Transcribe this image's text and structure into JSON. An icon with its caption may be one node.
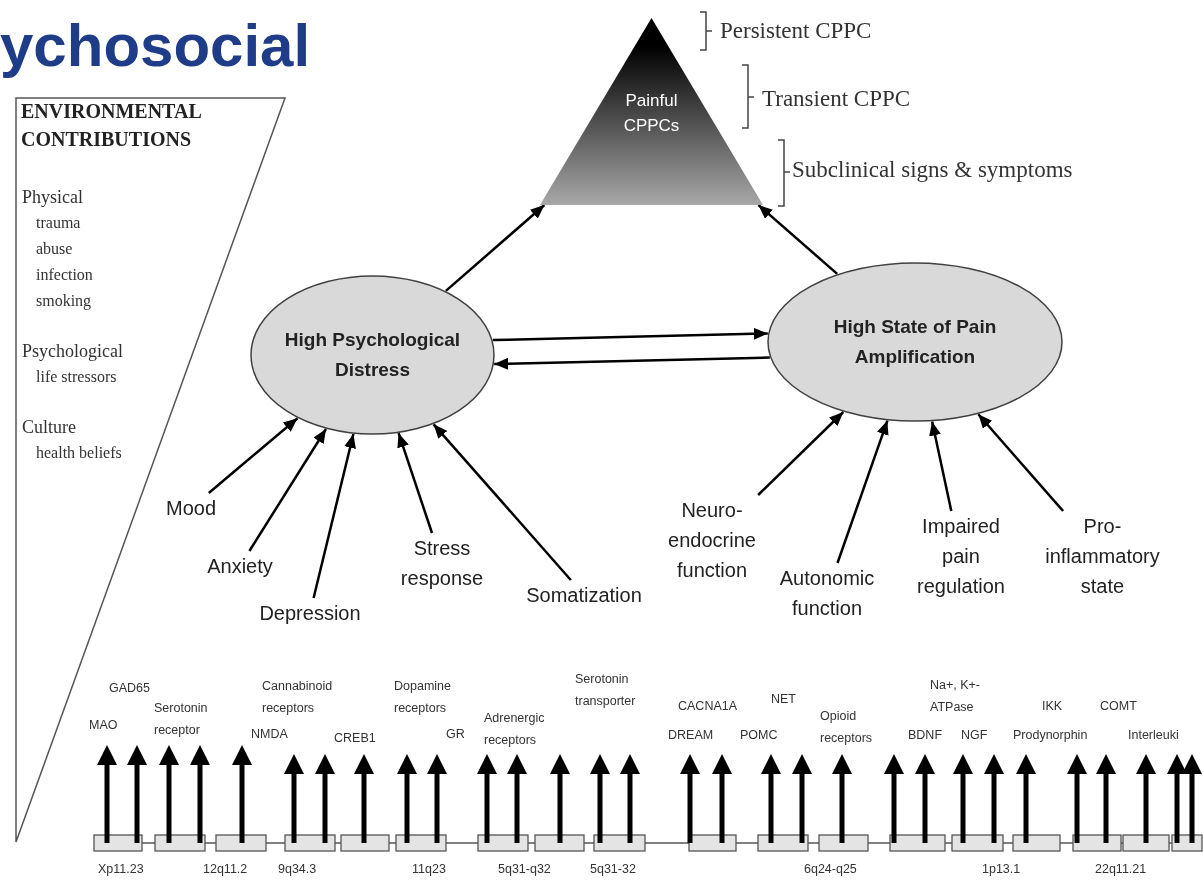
{
  "diagram": {
    "title": "ychosocial",
    "nodes": [
      {
        "text": [
          "Painful CPPCs"
        ],
        "beside": [
          "Persistent CPPC",
          "Transient CPPC",
          "Subclinical signs & symptoms"
        ]
      },
      {
        "text": [
          "High Psychological Distress"
        ]
      },
      {
        "text": [
          "High State of Pain Amplification"
        ]
      },
      {
        "text": [
          "Mood"
        ]
      },
      {
        "text": [
          "Anxiety"
        ]
      },
      {
        "text": [
          "Depression"
        ]
      },
      {
        "text": [
          "Stress response"
        ]
      },
      {
        "text": [
          "Somatization"
        ]
      },
      {
        "text": [
          "Neuro-endocrine function"
        ]
      },
      {
        "text": [
          "Autonomic function"
        ]
      },
      {
        "text": [
          "Impaired pain regulation"
        ]
      },
      {
        "text": [
          "Pro-inflammatory state"
        ]
      },
      {
        "text": [
          "ENVIRONMENTAL CONTRIBUTIONS",
          "Physical",
          "trauma",
          "abuse",
          "infection",
          "smoking",
          "Psychological",
          "life stressors",
          "Culture",
          "health beliefs"
        ]
      }
    ],
    "edges": [
      {
        "from": 1,
        "to": 0,
        "arrow": "to"
      },
      {
        "from": 2,
        "to": 0,
        "arrow": "to"
      },
      {
        "from": 1,
        "to": 2,
        "arrow": "to"
      },
      {
        "from": 2,
        "to": 1,
        "arrow": "to"
      },
      {
        "from": 3,
        "to": 1,
        "arrow": "to"
      },
      {
        "from": 4,
        "to": 1,
        "arrow": "to"
      },
      {
        "from": 5,
        "to": 1,
        "arrow": "to"
      },
      {
        "from": 6,
        "to": 1,
        "arrow": "to"
      },
      {
        "from": 7,
        "to": 1,
        "arrow": "to"
      },
      {
        "from": 8,
        "to": 2,
        "arrow": "to"
      },
      {
        "from": 9,
        "to": 2,
        "arrow": "to"
      },
      {
        "from": 10,
        "to": 2,
        "arrow": "to"
      },
      {
        "from": 11,
        "to": 2,
        "arrow": "to"
      }
    ],
    "labels": [
      "GAD65",
      "MAO",
      "Serotonin receptor",
      "Cannabinoid receptors",
      "NMDA",
      "CREB1",
      "Dopamine receptors",
      "GR",
      "Adrenergic receptors",
      "Serotonin transporter",
      "CACNA1A",
      "DREAM",
      "NET",
      "POMC",
      "Opioid receptors",
      "Na+, K+-ATPase",
      "BDNF",
      "NGF",
      "IKK",
      "Prodynorphin",
      "COMT",
      "Interleuki",
      "Xp11.23",
      "12q11.2",
      "9q34.3",
      "11q23",
      "5q31-q32",
      "5q31-32",
      "6q24-q25",
      "1p13.1",
      "22q11.21"
    ]
  }
}
